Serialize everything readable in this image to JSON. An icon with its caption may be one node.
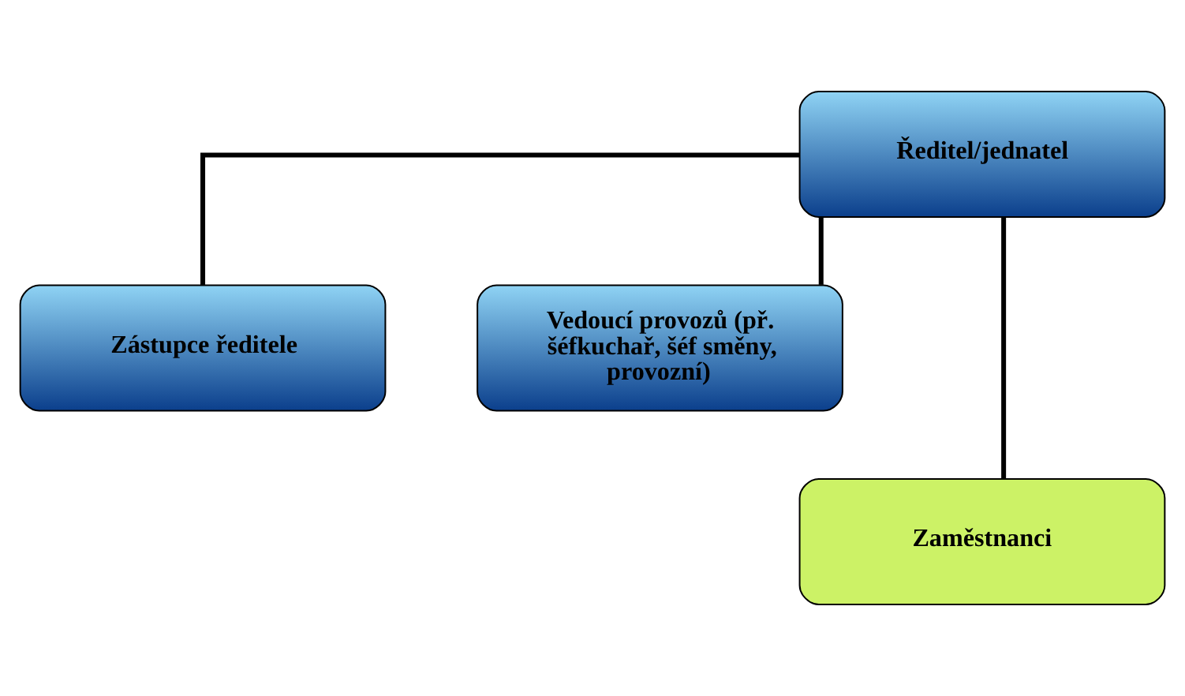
{
  "diagram": {
    "nodes": [
      {
        "text": [
          "Ředitel/jednatel"
        ]
      },
      {
        "text": [
          "Zástupce ředitele"
        ]
      },
      {
        "text": [
          "Vedoucí provozů (př. šéfkuchař, šéf směny, provozní)"
        ]
      },
      {
        "text": [
          "Zaměstnanci"
        ]
      }
    ],
    "edges": [
      {
        "from": 0,
        "to": 1,
        "arrow": "none"
      },
      {
        "from": 0,
        "to": 2,
        "arrow": "none"
      },
      {
        "from": 0,
        "to": 3,
        "arrow": "none"
      }
    ]
  }
}
